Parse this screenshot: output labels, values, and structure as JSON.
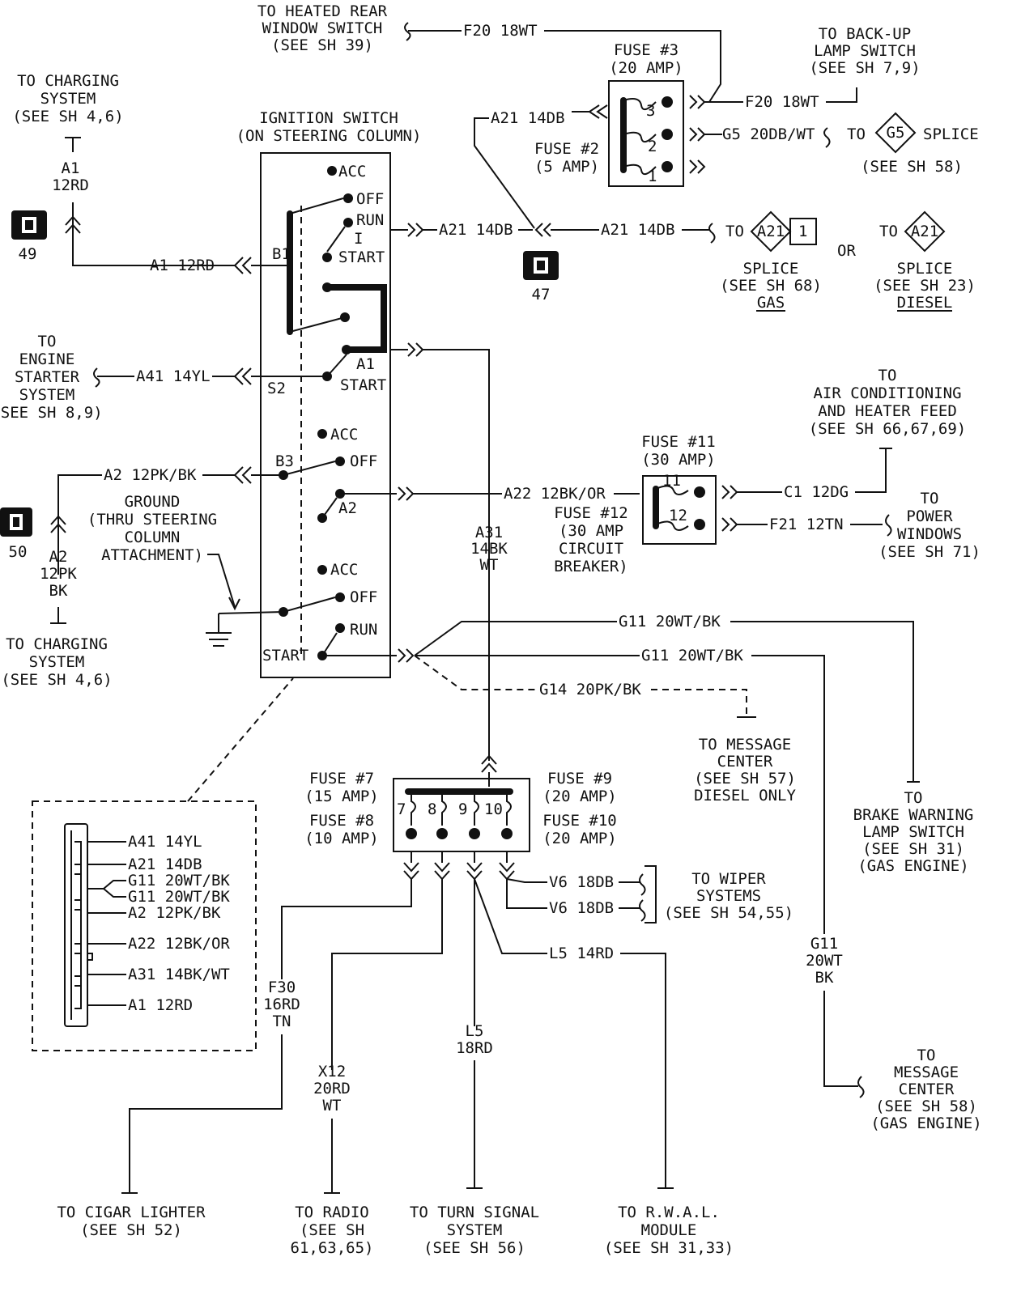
{
  "ignition_switch": {
    "title_line1": "IGNITION SWITCH",
    "title_line2": "(ON STEERING COLUMN)"
  },
  "switch_contacts": {
    "acc1": "ACC",
    "off1": "OFF",
    "run1": "RUN",
    "i1": "I",
    "start1": "START",
    "b1": "B1",
    "a1": "A1",
    "start2": "START",
    "s2": "S2",
    "acc2": "ACC",
    "off2": "OFF",
    "b3": "B3",
    "a2": "A2",
    "acc3": "ACC",
    "off3": "OFF",
    "run3": "RUN",
    "start3": "START"
  },
  "connectors": {
    "c49": "49",
    "c47": "47",
    "c50": "50"
  },
  "top_left": {
    "heated_l1": "TO HEATED REAR",
    "heated_l2": "WINDOW SWITCH",
    "heated_l3": "(SEE SH 39)",
    "f20_top": "F20 18WT",
    "charging1_l1": "TO CHARGING",
    "charging1_l2": "SYSTEM",
    "charging1_l3": "(SEE SH 4,6)",
    "a1_vert_l1": "A1",
    "a1_vert_l2": "12RD",
    "a1_horiz": "A1 12RD",
    "eng_l1": "TO",
    "eng_l2": "ENGINE",
    "eng_l3": "STARTER",
    "eng_l4": "SYSTEM",
    "eng_l5": "(SEE SH 8,9)",
    "a41": "A41 14YL",
    "a2_horiz": "A2 12PK/BK",
    "gnd_l1": "GROUND",
    "gnd_l2": "(THRU STEERING",
    "gnd_l3": "COLUMN",
    "gnd_l4": "ATTACHMENT)",
    "a2v_l1": "A2",
    "a2v_l2": "12PK",
    "a2v_l3": "BK",
    "charging2_l1": "TO CHARGING",
    "charging2_l2": "SYSTEM",
    "charging2_l3": "(SEE SH 4,6)"
  },
  "top_right": {
    "fuse3_l1": "FUSE #3",
    "fuse3_l2": "(20 AMP)",
    "fuse2_l1": "FUSE #2",
    "fuse2_l2": "(5 AMP)",
    "n3": "3",
    "n2": "2",
    "n1": "1",
    "a21_upper": "A21 14DB",
    "backup_l1": "TO BACK-UP",
    "backup_l2": "LAMP SWITCH",
    "backup_l3": "(SEE SH 7,9)",
    "f20_right": "F20 18WT",
    "g5": "G5 20DB/WT",
    "to1": "TO",
    "g5_code": "G5",
    "splice": "SPLICE",
    "see58": "(SEE SH 58)",
    "a21_left": "A21 14DB",
    "a21_right": "A21 14DB",
    "to2": "TO",
    "a21_code1": "A21",
    "one": "1",
    "or": "OR",
    "to3": "TO",
    "a21_code2": "A21",
    "splice_gas_l1": "SPLICE",
    "splice_gas_l2": "(SEE SH 68)",
    "splice_gas_l3": "GAS",
    "splice_dsl_l1": "SPLICE",
    "splice_dsl_l2": "(SEE SH 23)",
    "splice_dsl_l3": "DIESEL"
  },
  "middle_right": {
    "ac_l1": "TO",
    "ac_l2": "AIR CONDITIONING",
    "ac_l3": "AND HEATER FEED",
    "ac_l4": "(SEE SH 66,67,69)",
    "fuse11_l1": "FUSE #11",
    "fuse11_l2": "(30 AMP)",
    "n11": "11",
    "n12": "12",
    "a22": "A22 12BK/OR",
    "c1": "C1 12DG",
    "fuse12_l1": "FUSE #12",
    "fuse12_l2": "(30 AMP",
    "fuse12_l3": "CIRCUIT",
    "fuse12_l4": "BREAKER)",
    "f21": "F21 12TN",
    "pw_l1": "TO",
    "pw_l2": "POWER",
    "pw_l3": "WINDOWS",
    "pw_l4": "(SEE SH 71)",
    "a31_l1": "A31",
    "a31_l2": "14BK",
    "a31_l3": "WT",
    "g11_a": "G11 20WT/BK",
    "g11_b": "G11 20WT/BK",
    "g14": "G14 20PK/BK",
    "msg1_l1": "TO MESSAGE",
    "msg1_l2": "CENTER",
    "msg1_l3": "(SEE SH 57)",
    "msg1_l4": "DIESEL ONLY",
    "brk_l1": "TO",
    "brk_l2": "BRAKE WARNING",
    "brk_l3": "LAMP SWITCH",
    "brk_l4": "(SEE SH 31)",
    "brk_l5": "(GAS ENGINE)",
    "g11v_l1": "G11",
    "g11v_l2": "20WT",
    "g11v_l3": "BK",
    "msg2_l1": "TO",
    "msg2_l2": "MESSAGE",
    "msg2_l3": "CENTER",
    "msg2_l4": "(SEE SH 58)",
    "msg2_l5": "(GAS ENGINE)"
  },
  "inset": {
    "pins": [
      "A41 14YL",
      "A21 14DB",
      "G11 20WT/BK",
      "G11 20WT/BK",
      "A2 12PK/BK",
      "A22 12BK/OR",
      "A31 14BK/WT",
      "A1 12RD"
    ]
  },
  "lower": {
    "fuse7_l1": "FUSE #7",
    "fuse7_l2": "(15 AMP)",
    "fuse8_l1": "FUSE #8",
    "fuse8_l2": "(10 AMP)",
    "fuse9_l1": "FUSE #9",
    "fuse9_l2": "(20 AMP)",
    "fuse10_l1": "FUSE #10",
    "fuse10_l2": "(20 AMP)",
    "n7": "7",
    "n8": "8",
    "n9": "9",
    "n10": "10",
    "v6_a": "V6 18DB",
    "v6_b": "V6 18DB",
    "wiper_l1": "TO WIPER",
    "wiper_l2": "SYSTEMS",
    "wiper_l3": "(SEE SH 54,55)",
    "l5_h": "L5 14RD",
    "f30_l1": "F30",
    "f30_l2": "16RD",
    "f30_l3": "TN",
    "x12_l1": "X12",
    "x12_l2": "20RD",
    "x12_l3": "WT",
    "l5v_l1": "L5",
    "l5v_l2": "18RD",
    "cig_l1": "TO CIGAR LIGHTER",
    "cig_l2": "(SEE SH 52)",
    "radio_l1": "TO RADIO",
    "radio_l2": "(SEE SH",
    "radio_l3": "61,63,65)",
    "turn_l1": "TO TURN SIGNAL",
    "turn_l2": "SYSTEM",
    "turn_l3": "(SEE SH 56)",
    "rwal_l1": "TO R.W.A.L.",
    "rwal_l2": "MODULE",
    "rwal_l3": "(SEE SH 31,33)"
  }
}
